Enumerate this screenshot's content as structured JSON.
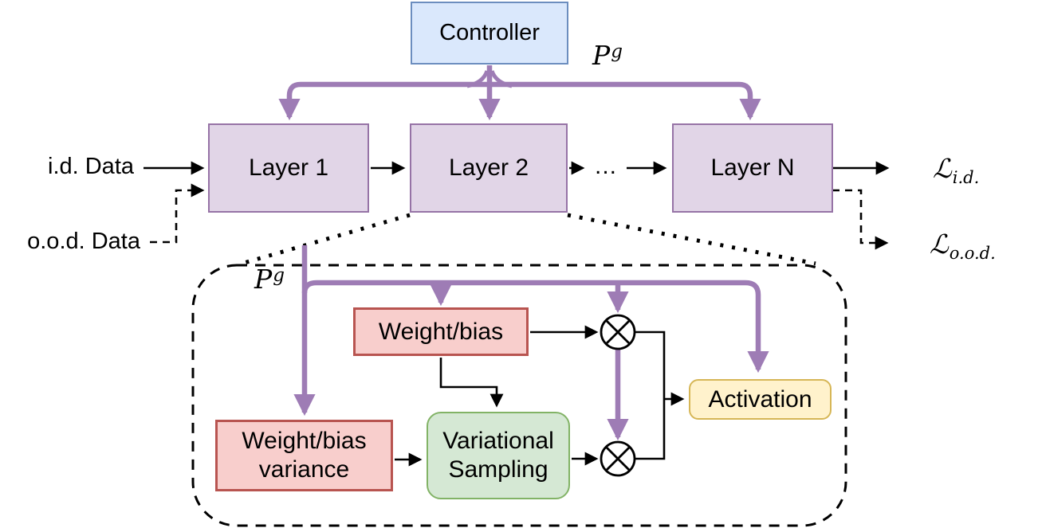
{
  "controller": {
    "label": "Controller"
  },
  "math": {
    "pg_top": {
      "base": "P",
      "sup": "g"
    },
    "pg_inner": {
      "base": "P",
      "sup": "g"
    }
  },
  "layers": [
    {
      "label": "Layer 1"
    },
    {
      "label": "Layer 2"
    },
    {
      "label": "Layer N"
    }
  ],
  "ellipsis": "...",
  "inputs": {
    "id_label": "i.d. Data",
    "ood_label": "o.o.d. Data"
  },
  "losses": {
    "id": {
      "base": "ℒ",
      "sub": "i.d."
    },
    "ood": {
      "base": "ℒ",
      "sub": "o.o.d."
    }
  },
  "layer_detail": {
    "weight_bias": "Weight/bias",
    "weight_bias_variance": "Weight/bias variance",
    "variational_sampling": "Variational Sampling",
    "activation": "Activation",
    "multiply_icon": "⊗"
  },
  "colors": {
    "controller_fill": "#dae8fc",
    "controller_stroke": "#6c8ebf",
    "layer_fill": "#e1d5e7",
    "layer_stroke": "#9673a6",
    "param_fill": "#f8cecc",
    "param_stroke": "#b85450",
    "sampling_fill": "#d5e8d4",
    "sampling_stroke": "#82b366",
    "activation_fill": "#fff2cc",
    "activation_stroke": "#d6b656",
    "control_arrow": "#9e7cb5",
    "data_arrow": "#000000"
  }
}
